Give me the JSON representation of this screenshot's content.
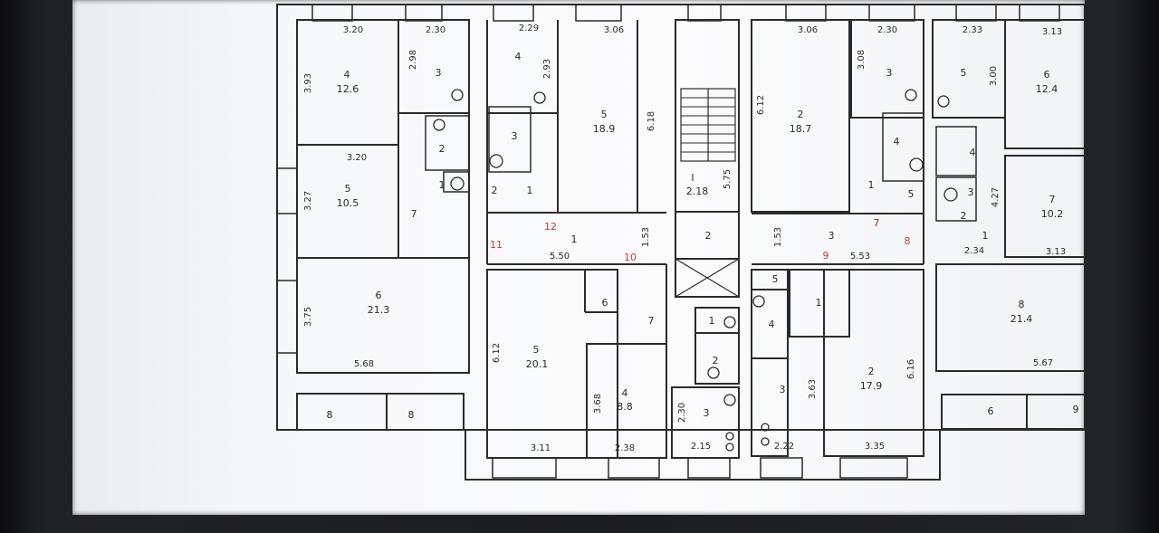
{
  "plan": {
    "colors": {
      "ink": "#2b2b2b",
      "number_red": "#c23b3b",
      "paper": "#fbfbfc",
      "bezel": "#1b1c1e"
    },
    "rooms": [
      {
        "num": "4",
        "area": "12.6"
      },
      {
        "num": "3",
        "area": ""
      },
      {
        "num": "2",
        "area": ""
      },
      {
        "num": "1",
        "area": ""
      },
      {
        "num": "5",
        "area": "10.5"
      },
      {
        "num": "7",
        "area": ""
      },
      {
        "num": "6",
        "area": "21.3"
      },
      {
        "num": "8",
        "area": ""
      },
      {
        "num": "8",
        "area": ""
      },
      {
        "num": "4",
        "area": ""
      },
      {
        "num": "3",
        "area": ""
      },
      {
        "num": "2",
        "area": ""
      },
      {
        "num": "1",
        "area": ""
      },
      {
        "num": "5",
        "area": "18.9"
      },
      {
        "num": "I",
        "area": "2.18"
      },
      {
        "num": "1",
        "area": ""
      },
      {
        "num": "2",
        "area": ""
      },
      {
        "num": "5",
        "area": "20.1"
      },
      {
        "num": "6",
        "area": ""
      },
      {
        "num": "7",
        "area": ""
      },
      {
        "num": "4",
        "area": "8.8"
      },
      {
        "num": "1",
        "area": ""
      },
      {
        "num": "2",
        "area": ""
      },
      {
        "num": "3",
        "area": ""
      },
      {
        "num": "2",
        "area": "18.7"
      },
      {
        "num": "3",
        "area": ""
      },
      {
        "num": "4",
        "area": ""
      },
      {
        "num": "1",
        "area": ""
      },
      {
        "num": "5",
        "area": ""
      },
      {
        "num": "3",
        "area": ""
      },
      {
        "num": "7",
        "area": ""
      },
      {
        "num": "5",
        "area": ""
      },
      {
        "num": "4",
        "area": ""
      },
      {
        "num": "1",
        "area": ""
      },
      {
        "num": "3",
        "area": ""
      },
      {
        "num": "2",
        "area": "17.9"
      },
      {
        "num": "5",
        "area": ""
      },
      {
        "num": "6",
        "area": "12.4"
      },
      {
        "num": "4",
        "area": ""
      },
      {
        "num": "3",
        "area": ""
      },
      {
        "num": "2",
        "area": ""
      },
      {
        "num": "1",
        "area": ""
      },
      {
        "num": "7",
        "area": "10.2"
      },
      {
        "num": "8",
        "area": "21.4"
      },
      {
        "num": "6",
        "area": ""
      },
      {
        "num": "9",
        "area": ""
      }
    ],
    "dimensions": [
      "3.20",
      "2.30",
      "2.29",
      "3.06",
      "3.06",
      "2.30",
      "2.33",
      "3.13",
      "3.93",
      "2.98",
      "2.93",
      "6.18",
      "6.12",
      "3.08",
      "3.00",
      "3.20",
      "3.27",
      "5.50",
      "1.53",
      "5.75",
      "1.53",
      "5.53",
      "4.27",
      "2.34",
      "3.13",
      "3.75",
      "5.68",
      "6.12",
      "3.68",
      "2.30",
      "3.11",
      "2.38",
      "2.15",
      "2.22",
      "3.63",
      "3.35",
      "6.16",
      "5.67"
    ],
    "red_numbers": [
      "11",
      "12",
      "10",
      "9",
      "7",
      "8"
    ]
  }
}
